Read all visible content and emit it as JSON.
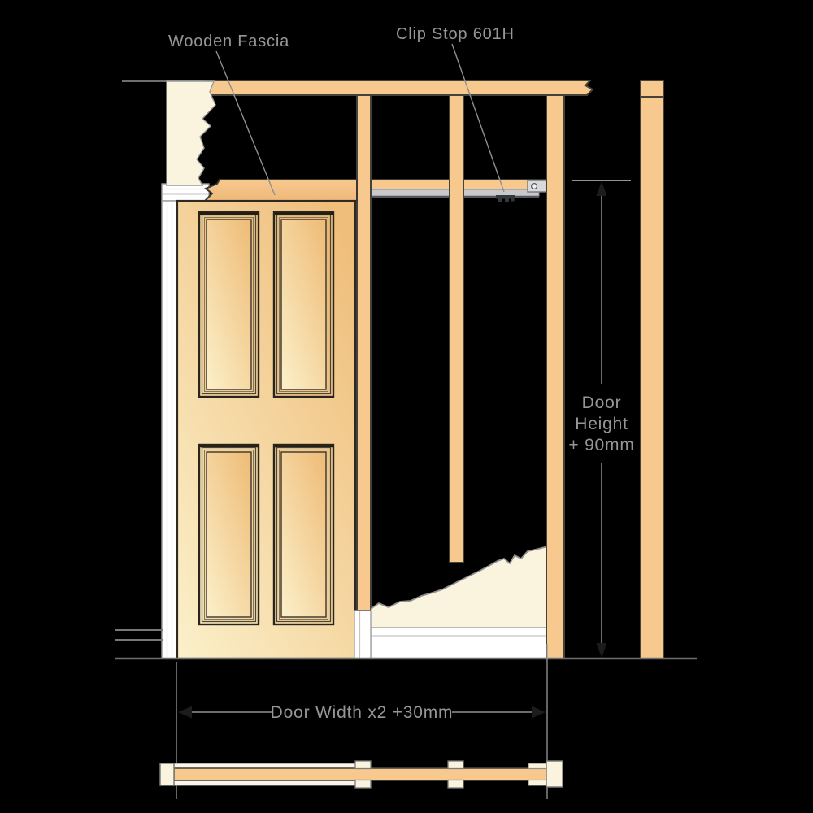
{
  "labels": {
    "wooden_fascia": "Wooden Fascia",
    "clip_stop": "Clip Stop 601H"
  },
  "dimensions": {
    "door_height": {
      "line1": "Door",
      "line2": "Height",
      "line3": "+ 90mm"
    },
    "door_width": {
      "text": "Door Width x2 +30mm"
    }
  },
  "colors": {
    "background": "#000000",
    "timber": "#F8C98F",
    "timber_outline": "#45423A",
    "fascia_top": "#F7C88E",
    "fascia_bottom": "#EFB97A",
    "door_light": "#FBEFC8",
    "door_dark": "#EFBE7B",
    "plaster": "#FAF3DE",
    "trim_white": "#FFFFFF",
    "track_gray": "#C7C9CD",
    "track_edge": "#54565A",
    "clip_dark": "#34373C",
    "leader_gray": "#8F8F8F",
    "text_gray": "#969696",
    "arrow_dark": "#1C1C1C",
    "floor_line": "#6E6E6E"
  }
}
